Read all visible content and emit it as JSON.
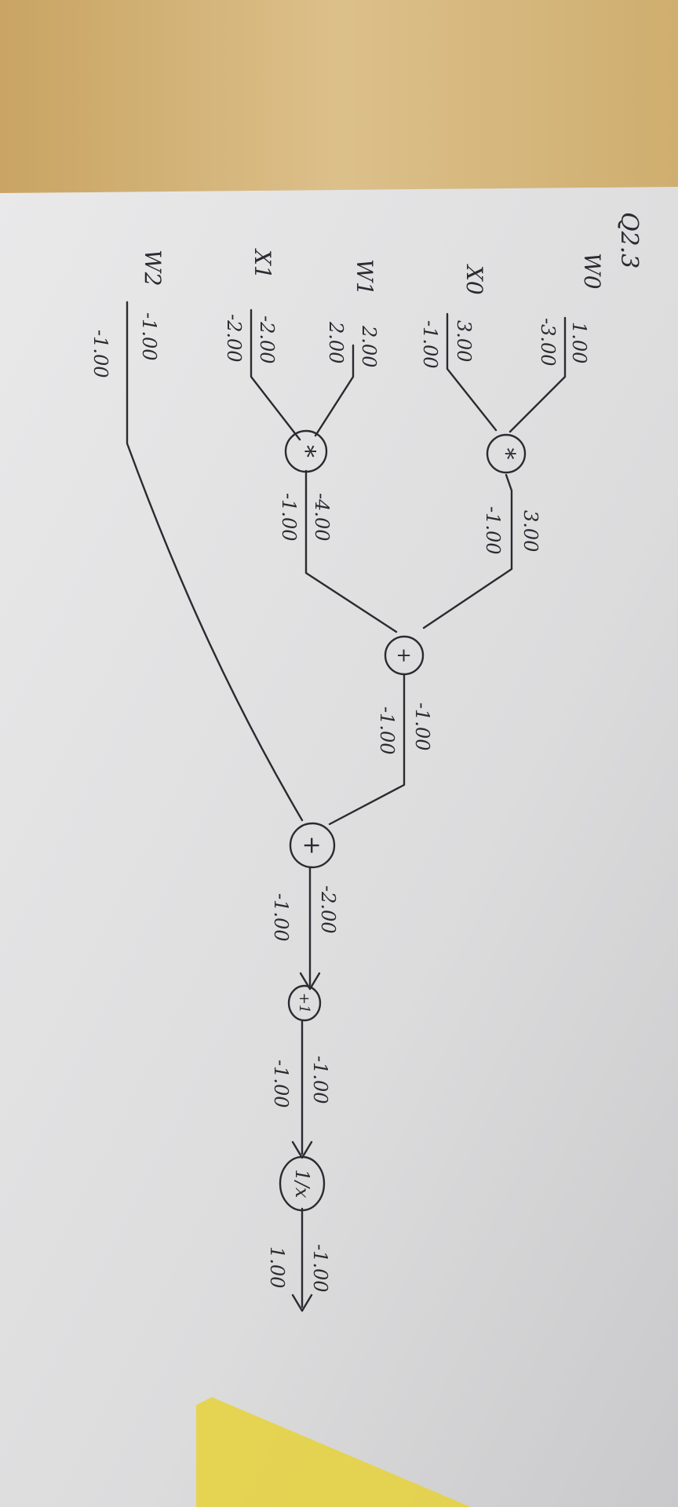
{
  "question_label": "Q2.3",
  "inputs": [
    {
      "id": "w0",
      "name": "W0",
      "forward": "1.00",
      "grad": "-3.00"
    },
    {
      "id": "x0",
      "name": "X0",
      "forward": "3.00",
      "grad": "-1.00"
    },
    {
      "id": "w1",
      "name": "W1",
      "forward": "2.00",
      "grad": "2.00"
    },
    {
      "id": "x1",
      "name": "X1",
      "forward": "-2.00",
      "grad": "-2.00"
    },
    {
      "id": "w2",
      "name": "W2",
      "forward": "-1.00",
      "grad": "-1.00"
    }
  ],
  "nodes": [
    {
      "id": "mul0",
      "op": "*"
    },
    {
      "id": "mul1",
      "op": "*"
    },
    {
      "id": "add0",
      "op": "+"
    },
    {
      "id": "add1",
      "op": "+"
    },
    {
      "id": "plus1",
      "op": "+1"
    },
    {
      "id": "recip",
      "op": "1/x"
    }
  ],
  "edges": [
    {
      "id": "mul0_out",
      "forward": "3.00",
      "grad": "-1.00"
    },
    {
      "id": "mul1_out",
      "forward": "-4.00",
      "grad": "-1.00"
    },
    {
      "id": "add0_out",
      "forward": "-1.00",
      "grad": "-1.00"
    },
    {
      "id": "add1_out",
      "forward": "-2.00",
      "grad": "-1.00"
    },
    {
      "id": "plus1_out",
      "forward": "-1.00",
      "grad": "-1.00"
    },
    {
      "id": "recip_out",
      "forward": "-1.00",
      "grad": "1.00"
    }
  ]
}
